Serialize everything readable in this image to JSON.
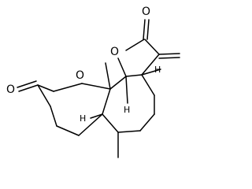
{
  "labels": {
    "o_lactone_ring": "O",
    "o_lactone_carbonyl": "O",
    "o_pyranone_ring": "O",
    "o_pyranone_carbonyl": "O",
    "h_upper": "H",
    "h_lower": "H",
    "h_ring_junction": "H"
  },
  "colors": {
    "ink": "#000000",
    "background": "#ffffff"
  }
}
